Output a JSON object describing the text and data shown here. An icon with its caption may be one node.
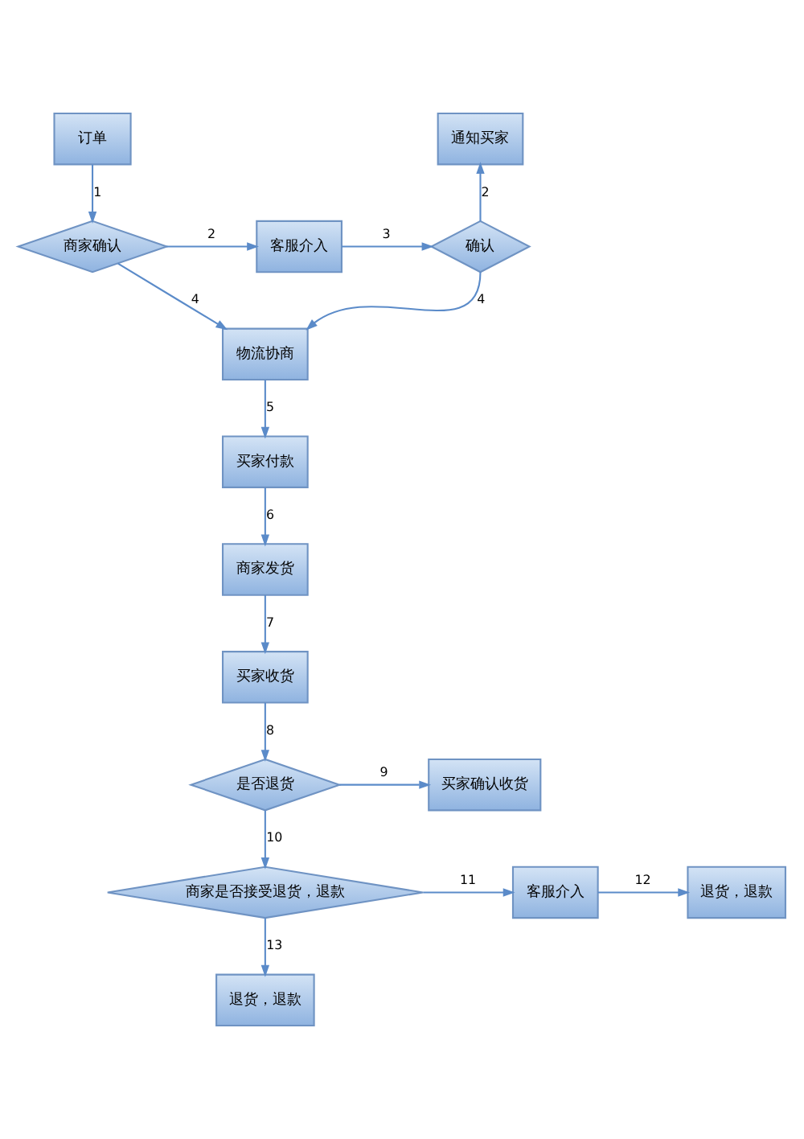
{
  "diagram": {
    "nodes": [
      {
        "text": [
          "订单"
        ]
      },
      {
        "text": [
          "商家确认"
        ]
      },
      {
        "text": [
          "客服介入"
        ]
      },
      {
        "text": [
          "确认"
        ]
      },
      {
        "text": [
          "通知买家"
        ]
      },
      {
        "text": [
          "物流协商"
        ]
      },
      {
        "text": [
          "买家付款"
        ]
      },
      {
        "text": [
          "商家发货"
        ]
      },
      {
        "text": [
          "买家收货"
        ]
      },
      {
        "text": [
          "是否退货"
        ]
      },
      {
        "text": [
          "买家确认收货"
        ]
      },
      {
        "text": [
          "商家是否接受退货，退款"
        ]
      },
      {
        "text": [
          "客服介入"
        ]
      },
      {
        "text": [
          "退货，退款"
        ]
      },
      {
        "text": [
          "退货，退款"
        ]
      }
    ],
    "edges": [
      {
        "from": 0,
        "to": 1,
        "arrow": "to",
        "label": "1"
      },
      {
        "from": 1,
        "to": 2,
        "arrow": "to",
        "label": "2"
      },
      {
        "from": 2,
        "to": 3,
        "arrow": "to",
        "label": "3"
      },
      {
        "from": 3,
        "to": 4,
        "arrow": "to",
        "label": "2"
      },
      {
        "from": 1,
        "to": 5,
        "arrow": "to",
        "label": "4"
      },
      {
        "from": 3,
        "to": 5,
        "arrow": "to",
        "label": "4"
      },
      {
        "from": 5,
        "to": 6,
        "arrow": "to",
        "label": "5"
      },
      {
        "from": 6,
        "to": 7,
        "arrow": "to",
        "label": "6"
      },
      {
        "from": 7,
        "to": 8,
        "arrow": "to",
        "label": "7"
      },
      {
        "from": 8,
        "to": 9,
        "arrow": "to",
        "label": "8"
      },
      {
        "from": 9,
        "to": 10,
        "arrow": "to",
        "label": "9"
      },
      {
        "from": 9,
        "to": 11,
        "arrow": "to",
        "label": "10"
      },
      {
        "from": 11,
        "to": 12,
        "arrow": "to",
        "label": "11"
      },
      {
        "from": 12,
        "to": 13,
        "arrow": "to",
        "label": "12"
      },
      {
        "from": 11,
        "to": 14,
        "arrow": "to",
        "label": "13"
      }
    ]
  }
}
